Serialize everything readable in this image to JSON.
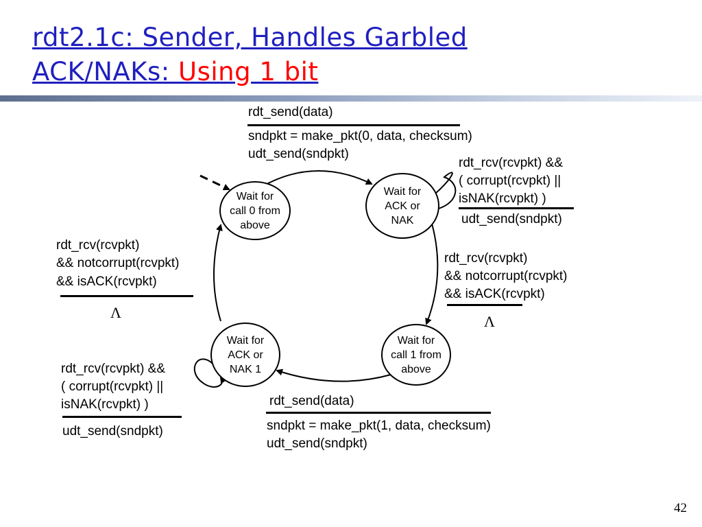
{
  "title": {
    "line1": "rdt2.1c: Sender, Handles Garbled",
    "line2_main": "ACK/NAKs: ",
    "line2_accent": "Using 1 bit",
    "accent_color": "#ff0000",
    "title_color": "#1f1fbf"
  },
  "states": {
    "s0": "Wait for\ncall 0 from\nabove",
    "s1": "Wait for\nACK or\nNAK",
    "s2": "Wait for\ncall 1 from\nabove",
    "s3": "Wait for\nACK or\nNAK 1"
  },
  "transitions": {
    "top": {
      "event": "rdt_send(data)",
      "action1": "sndpkt = make_pkt(0, data, checksum)",
      "action2": "udt_send(sndpkt)"
    },
    "self_right": {
      "event1": "rdt_rcv(rcvpkt) &&",
      "event2": "( corrupt(rcvpkt) ||",
      "event3": "isNAK(rcvpkt) )",
      "action": "udt_send(sndpkt)"
    },
    "right": {
      "event1": "rdt_rcv(rcvpkt)",
      "event2": "&& notcorrupt(rcvpkt)",
      "event3": "&& isACK(rcvpkt)",
      "action": "Λ"
    },
    "bottom": {
      "event": "rdt_send(data)",
      "action1": "sndpkt = make_pkt(1, data, checksum)",
      "action2": "udt_send(sndpkt)"
    },
    "self_left": {
      "event1": "rdt_rcv(rcvpkt) &&",
      "event2": "( corrupt(rcvpkt) ||",
      "event3": "isNAK(rcvpkt) )",
      "action": "udt_send(sndpkt)"
    },
    "left": {
      "event1": "rdt_rcv(rcvpkt)",
      "event2": "&& notcorrupt(rcvpkt)",
      "event3": "&& isACK(rcvpkt)",
      "action": "Λ"
    }
  },
  "page_number": "42"
}
